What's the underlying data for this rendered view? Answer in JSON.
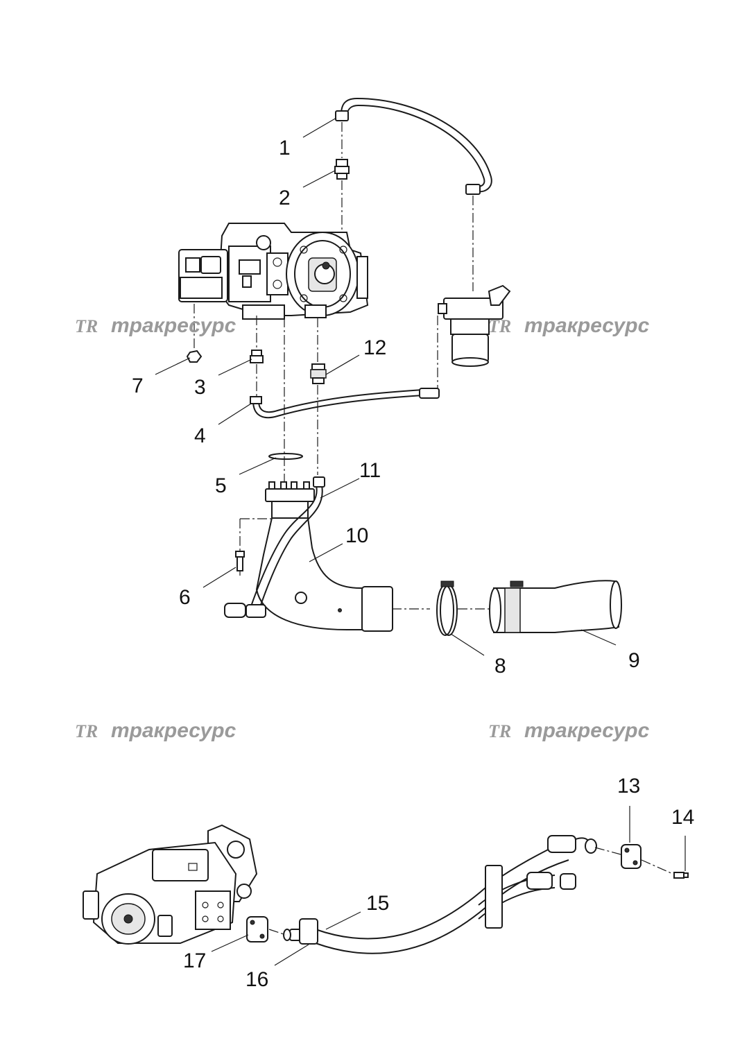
{
  "diagram": {
    "callouts": [
      "1",
      "2",
      "3",
      "4",
      "5",
      "6",
      "7",
      "8",
      "9",
      "10",
      "11",
      "12",
      "13",
      "14",
      "15",
      "16",
      "17"
    ],
    "watermarks": [
      {
        "logo": "TR",
        "text": "тракресурс"
      },
      {
        "logo": "TR",
        "text": "тракресурс"
      },
      {
        "logo": "TR",
        "text": "тракресурс"
      },
      {
        "logo": "TR",
        "text": "тракресурс"
      }
    ]
  }
}
